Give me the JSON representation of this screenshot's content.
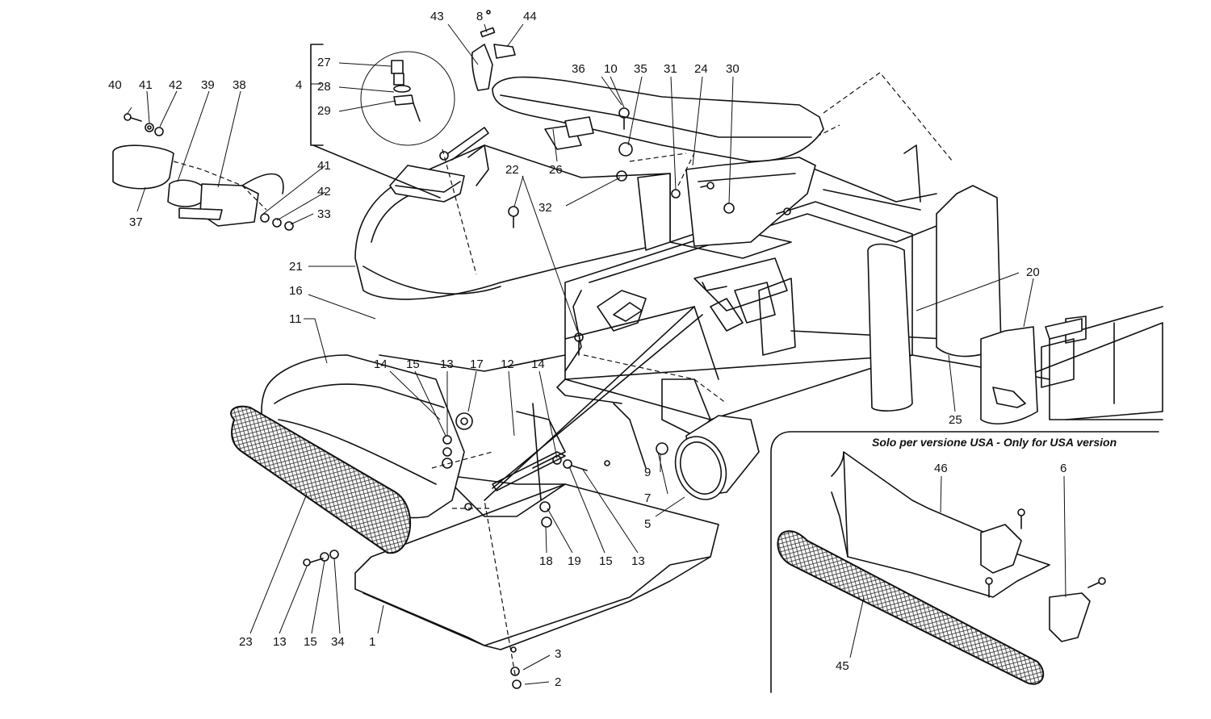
{
  "inset": {
    "note": "Solo per versione USA - Only for USA version"
  },
  "callouts": [
    "1",
    "2",
    "3",
    "4",
    "5",
    "6",
    "7",
    "8",
    "9",
    "10",
    "11",
    "12",
    "13",
    "14",
    "15",
    "16",
    "17",
    "18",
    "19",
    "20",
    "21",
    "22",
    "23",
    "24",
    "25",
    "26",
    "27",
    "28",
    "29",
    "30",
    "31",
    "32",
    "33",
    "34",
    "35",
    "36",
    "37",
    "38",
    "39",
    "40",
    "41",
    "42",
    "43",
    "44",
    "45",
    "46"
  ]
}
